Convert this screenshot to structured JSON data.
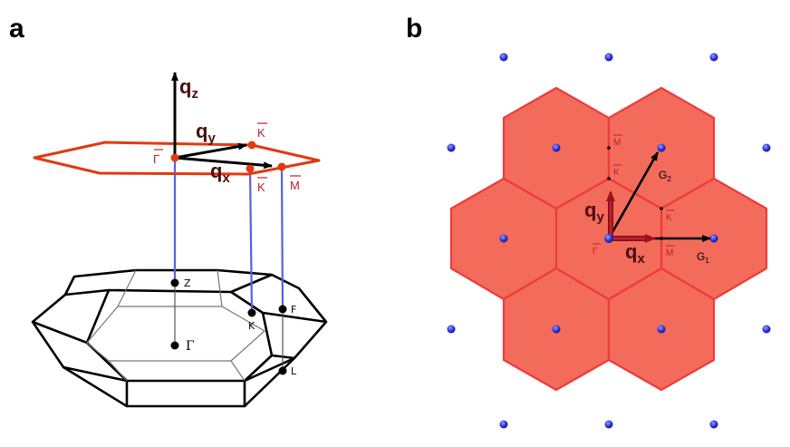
{
  "panel_a": {
    "letter": "a",
    "qz_main": "q",
    "qz_sub": "z",
    "qy_main": "q",
    "qy_sub": "y",
    "qx_main": "q",
    "qx_sub": "x",
    "gamma_bar": "Γ",
    "k_bar_top": "K",
    "k_bar_bottom": "K",
    "m_bar": "M",
    "point_z": "Z",
    "point_k": "K",
    "point_f": "F",
    "point_l": "L",
    "point_gamma": "Γ"
  },
  "panel_b": {
    "letter": "b",
    "m_bar_top": "M",
    "k_bar_upper": "K",
    "k_bar_right": "K",
    "m_bar_right": "M",
    "gamma_bar": "Γ",
    "g2_main": "G",
    "g2_sub": "2",
    "g1_main": "G",
    "g1_sub": "1",
    "qy_main": "q",
    "qy_sub": "y",
    "qx_main": "q",
    "qx_sub": "x"
  },
  "colors": {
    "hex_fill": "#f26b5b",
    "hex_edge": "#ee3b3b",
    "surface_bz": "#e03a10",
    "projection_line": "#5560e8",
    "lattice_dot": "#2b35e0",
    "label_red": "#c0202a",
    "q_arrow": "#7a0f1a"
  }
}
